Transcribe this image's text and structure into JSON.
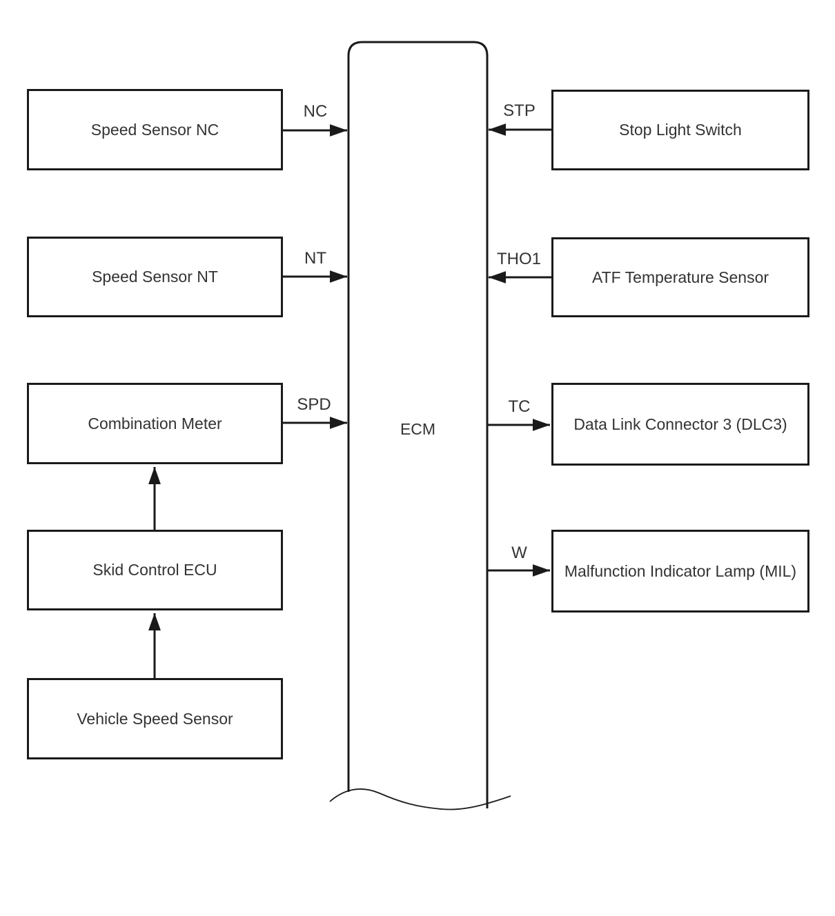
{
  "diagram": {
    "ecm": {
      "label": "ECM"
    },
    "nodes": [
      {
        "id": "speed-sensor-nc",
        "label": "Speed Sensor NC",
        "side": "left"
      },
      {
        "id": "speed-sensor-nt",
        "label": "Speed Sensor NT",
        "side": "left"
      },
      {
        "id": "combination-meter",
        "label": "Combination Meter",
        "side": "left"
      },
      {
        "id": "skid-control-ecu",
        "label": "Skid Control ECU",
        "side": "left"
      },
      {
        "id": "vehicle-speed-sensor",
        "label": "Vehicle Speed Sensor",
        "side": "left"
      },
      {
        "id": "stop-light-switch",
        "label": "Stop Light Switch",
        "side": "right"
      },
      {
        "id": "atf-temperature-sensor",
        "label": "ATF Temperature Sensor",
        "side": "right"
      },
      {
        "id": "data-link-connector-3",
        "label": "Data Link Connector 3 (DLC3)",
        "side": "right"
      },
      {
        "id": "malfunction-indicator-lamp",
        "label": "Malfunction Indicator Lamp (MIL)",
        "side": "right"
      }
    ],
    "signals": [
      {
        "label": "NC",
        "from": "Speed Sensor NC",
        "to": "ECM"
      },
      {
        "label": "NT",
        "from": "Speed Sensor NT",
        "to": "ECM"
      },
      {
        "label": "SPD",
        "from": "Combination Meter",
        "to": "ECM"
      },
      {
        "label": "STP",
        "from": "Stop Light Switch",
        "to": "ECM"
      },
      {
        "label": "THO1",
        "from": "ATF Temperature Sensor",
        "to": "ECM"
      },
      {
        "label": "TC",
        "from": "ECM",
        "to": "Data Link Connector 3 (DLC3)"
      },
      {
        "label": "W",
        "from": "ECM",
        "to": "Malfunction Indicator Lamp (MIL)"
      }
    ],
    "links": [
      {
        "from": "Vehicle Speed Sensor",
        "to": "Skid Control ECU"
      },
      {
        "from": "Skid Control ECU",
        "to": "Combination Meter"
      }
    ],
    "colors": {
      "line": "#1a1a1a",
      "text": "#333333",
      "background": "#ffffff"
    }
  }
}
